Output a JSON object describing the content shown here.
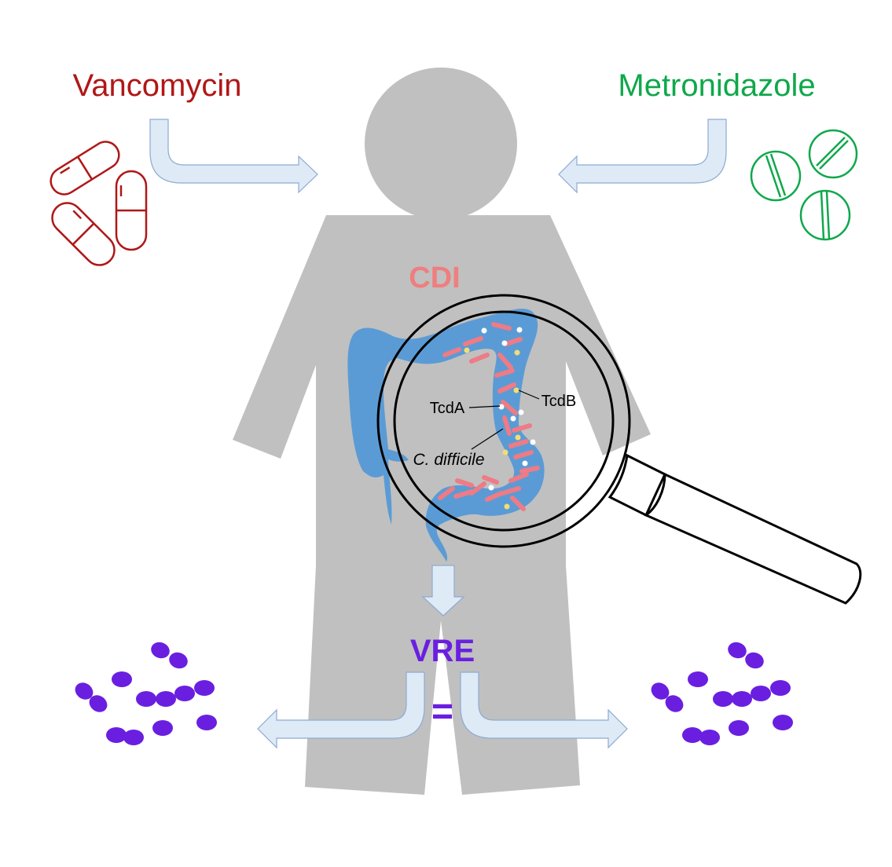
{
  "drugs": {
    "left": {
      "label": "Vancomycin",
      "color": "#b01717",
      "icon": "capsule-icon"
    },
    "right": {
      "label": "Metronidazole",
      "color": "#0fa84b",
      "icon": "tablet-icon"
    }
  },
  "condition": {
    "label": "CDI",
    "color": "#f07e7e"
  },
  "magnifier": {
    "labels": {
      "toxin_a": "TcdA",
      "toxin_b": "TcdB",
      "organism": "C. difficile"
    }
  },
  "outcome": {
    "label": "VRE",
    "symbol": "=",
    "color": "#6a1fe0"
  },
  "colors": {
    "body": "#c0c0c0",
    "colon": "#5b9bd5",
    "arrow_fill": "#deeaf6",
    "arrow_stroke": "#8eaad1",
    "bacteria_rod": "#ee7b85",
    "toxin_a_dot": "#ffffff",
    "toxin_b_dot": "#f3dd73",
    "vre_cocci": "#6a1fe0"
  }
}
